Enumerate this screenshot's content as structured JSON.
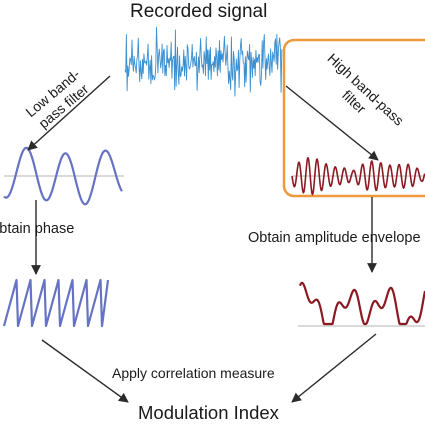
{
  "title": "Recorded signal",
  "low_filter": {
    "line1": "Low band-",
    "line2": "pass filter"
  },
  "high_filter": {
    "line1": "High band-pass",
    "line2": "filter"
  },
  "step_phase": "Obtain phase",
  "step_envelope": "Obtain amplitude envelope",
  "step_correlation": "Apply correlation measure",
  "result": "Modulation Index",
  "colors": {
    "raw_signal": "#3a8fd0",
    "low_band": "#6673c4",
    "high_band": "#8b1a22",
    "highlight_box": "#ec9a3c",
    "arrow": "#2b2b2b",
    "baseline": "#9a9a9a"
  }
}
